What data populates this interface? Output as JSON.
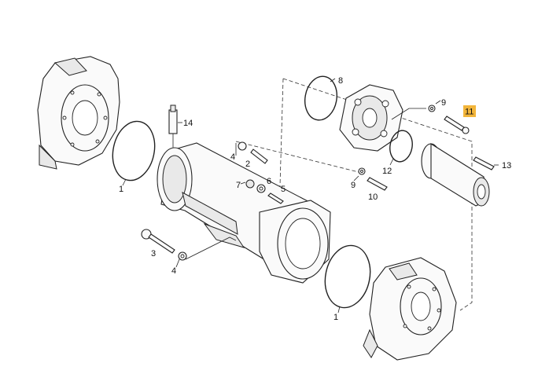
{
  "diagram": {
    "callouts": [
      {
        "id": "c1a",
        "text": "1"
      },
      {
        "id": "c1b",
        "text": "1"
      },
      {
        "id": "c2",
        "text": "2"
      },
      {
        "id": "c3",
        "text": "3"
      },
      {
        "id": "c4a",
        "text": "4"
      },
      {
        "id": "c4b",
        "text": "4"
      },
      {
        "id": "c5",
        "text": "5"
      },
      {
        "id": "c6",
        "text": "6"
      },
      {
        "id": "c7",
        "text": "7"
      },
      {
        "id": "c8",
        "text": "8"
      },
      {
        "id": "c9a",
        "text": "9"
      },
      {
        "id": "c9b",
        "text": "9"
      },
      {
        "id": "c10",
        "text": "10"
      },
      {
        "id": "c11",
        "text": "11",
        "highlight_color": "#f2b53a"
      },
      {
        "id": "c12",
        "text": "12"
      },
      {
        "id": "c13",
        "text": "13"
      },
      {
        "id": "c14",
        "text": "14"
      }
    ]
  }
}
